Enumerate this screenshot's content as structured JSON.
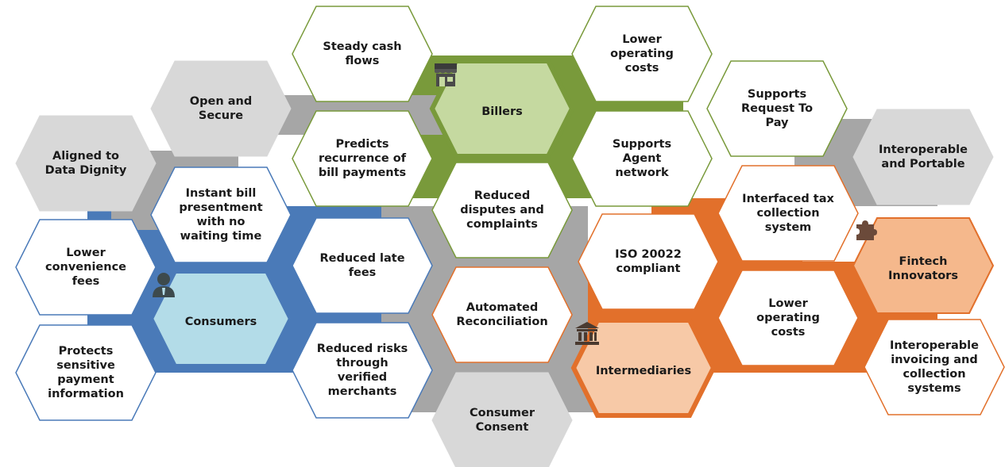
{
  "colors": {
    "billers": "#799a3b",
    "billers_fill": "#c5d9a0",
    "consumers": "#4a7ab8",
    "consumers_fill": "#b3dce8",
    "intermediaries": "#e2702b",
    "intermediaries_fill": "#f7c9a7",
    "fintech_fill": "#f5b88c",
    "principle_fill": "#d8d8d8",
    "connector": "#a6a6a6"
  },
  "hubs": {
    "billers": {
      "label": "Billers",
      "icon": "storefront-icon"
    },
    "consumers": {
      "label": "Consumers",
      "icon": "person-icon"
    },
    "intermediaries": {
      "label": "Intermediaries",
      "icon": "bank-building-icon"
    },
    "fintech": {
      "label": "Fintech\nInnovators",
      "icon": "puzzle-icon"
    }
  },
  "principles": {
    "data_dignity": "Aligned to\nData Dignity",
    "open_secure": "Open and\nSecure",
    "interoperable_portable": "Interoperable\nand Portable",
    "consumer_consent": "Consumer\nConsent"
  },
  "biller_benefits": {
    "cash_flows": "Steady cash\nflows",
    "lower_costs": "Lower\noperating\ncosts",
    "request_to_pay": "Supports\nRequest To\nPay",
    "predicts": "Predicts\nrecurrence of\nbill payments",
    "agent_network": "Supports\nAgent\nnetwork"
  },
  "consumer_benefits": {
    "instant_bill": "Instant bill\npresentment\nwith no\nwaiting time",
    "convenience_fees": "Lower\nconvenience\nfees",
    "late_fees": "Reduced late\nfees",
    "protects_info": "Protects\nsensitive\npayment\ninformation",
    "verified_merchants": "Reduced risks\nthrough\nverified\nmerchants"
  },
  "shared_benefits": {
    "disputes": "Reduced\ndisputes and\ncomplaints"
  },
  "intermediary_benefits": {
    "tax_collection": "Interfaced tax\ncollection\nsystem",
    "iso": "ISO 20022\ncompliant",
    "reconciliation": "Automated\nReconciliation",
    "lower_costs": "Lower\noperating\ncosts",
    "invoicing": "Interoperable\ninvoicing and\ncollection\nsystems"
  }
}
